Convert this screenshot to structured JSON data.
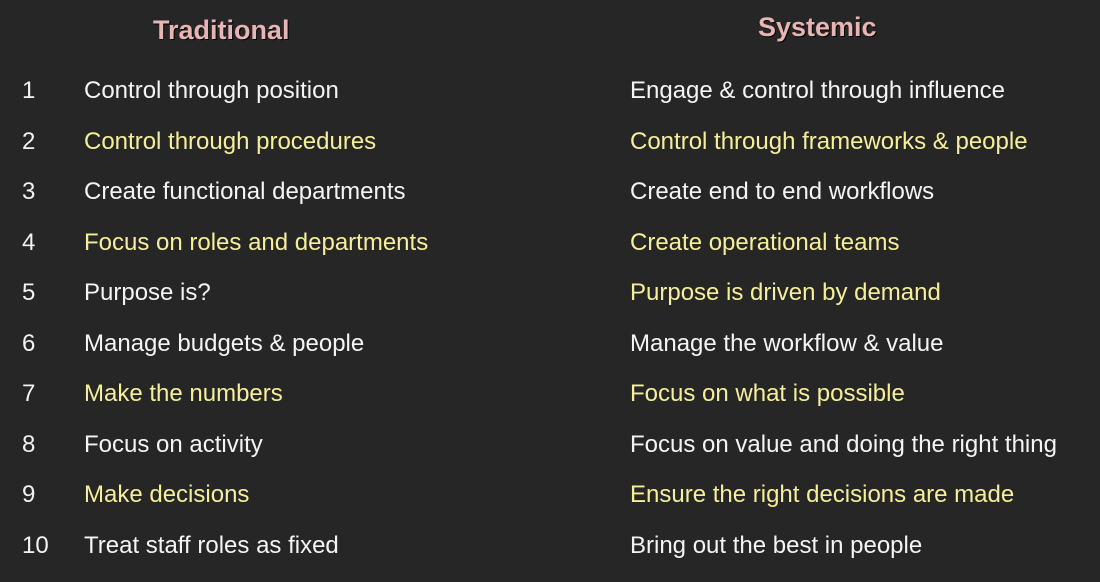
{
  "headers": {
    "traditional": "Traditional",
    "systemic": "Systemic"
  },
  "colors": {
    "background": "#262626",
    "header": "#e8b4b4",
    "white_text": "#f4f4f4",
    "yellow_text": "#f5ee9a"
  },
  "rows": [
    {
      "num": "1",
      "traditional": "Control through position",
      "systemic": "Engage & control through influence",
      "style": "white"
    },
    {
      "num": "2",
      "traditional": "Control through procedures",
      "systemic": "Control through frameworks & people",
      "style": "yellow"
    },
    {
      "num": "3",
      "traditional": "Create functional departments",
      "systemic": "Create end to end workflows",
      "style": "white"
    },
    {
      "num": "4",
      "traditional": "Focus on roles and departments",
      "systemic": "Create operational teams",
      "style": "yellow"
    },
    {
      "num": "5",
      "traditional": "Purpose is?",
      "systemic": "Purpose is driven by demand",
      "style": "mixed"
    },
    {
      "num": "6",
      "traditional": "Manage budgets & people",
      "systemic": "Manage the workflow & value",
      "style": "white"
    },
    {
      "num": "7",
      "traditional": "Make the numbers",
      "systemic": "Focus on what is possible",
      "style": "yellow"
    },
    {
      "num": "8",
      "traditional": "Focus on activity",
      "systemic": "Focus on value and doing the right thing",
      "style": "white"
    },
    {
      "num": "9",
      "traditional": "Make decisions",
      "systemic": "Ensure the right decisions are made",
      "style": "yellow"
    },
    {
      "num": "10",
      "traditional": "Treat staff roles as fixed",
      "systemic": "Bring out the best in people",
      "style": "white"
    }
  ]
}
